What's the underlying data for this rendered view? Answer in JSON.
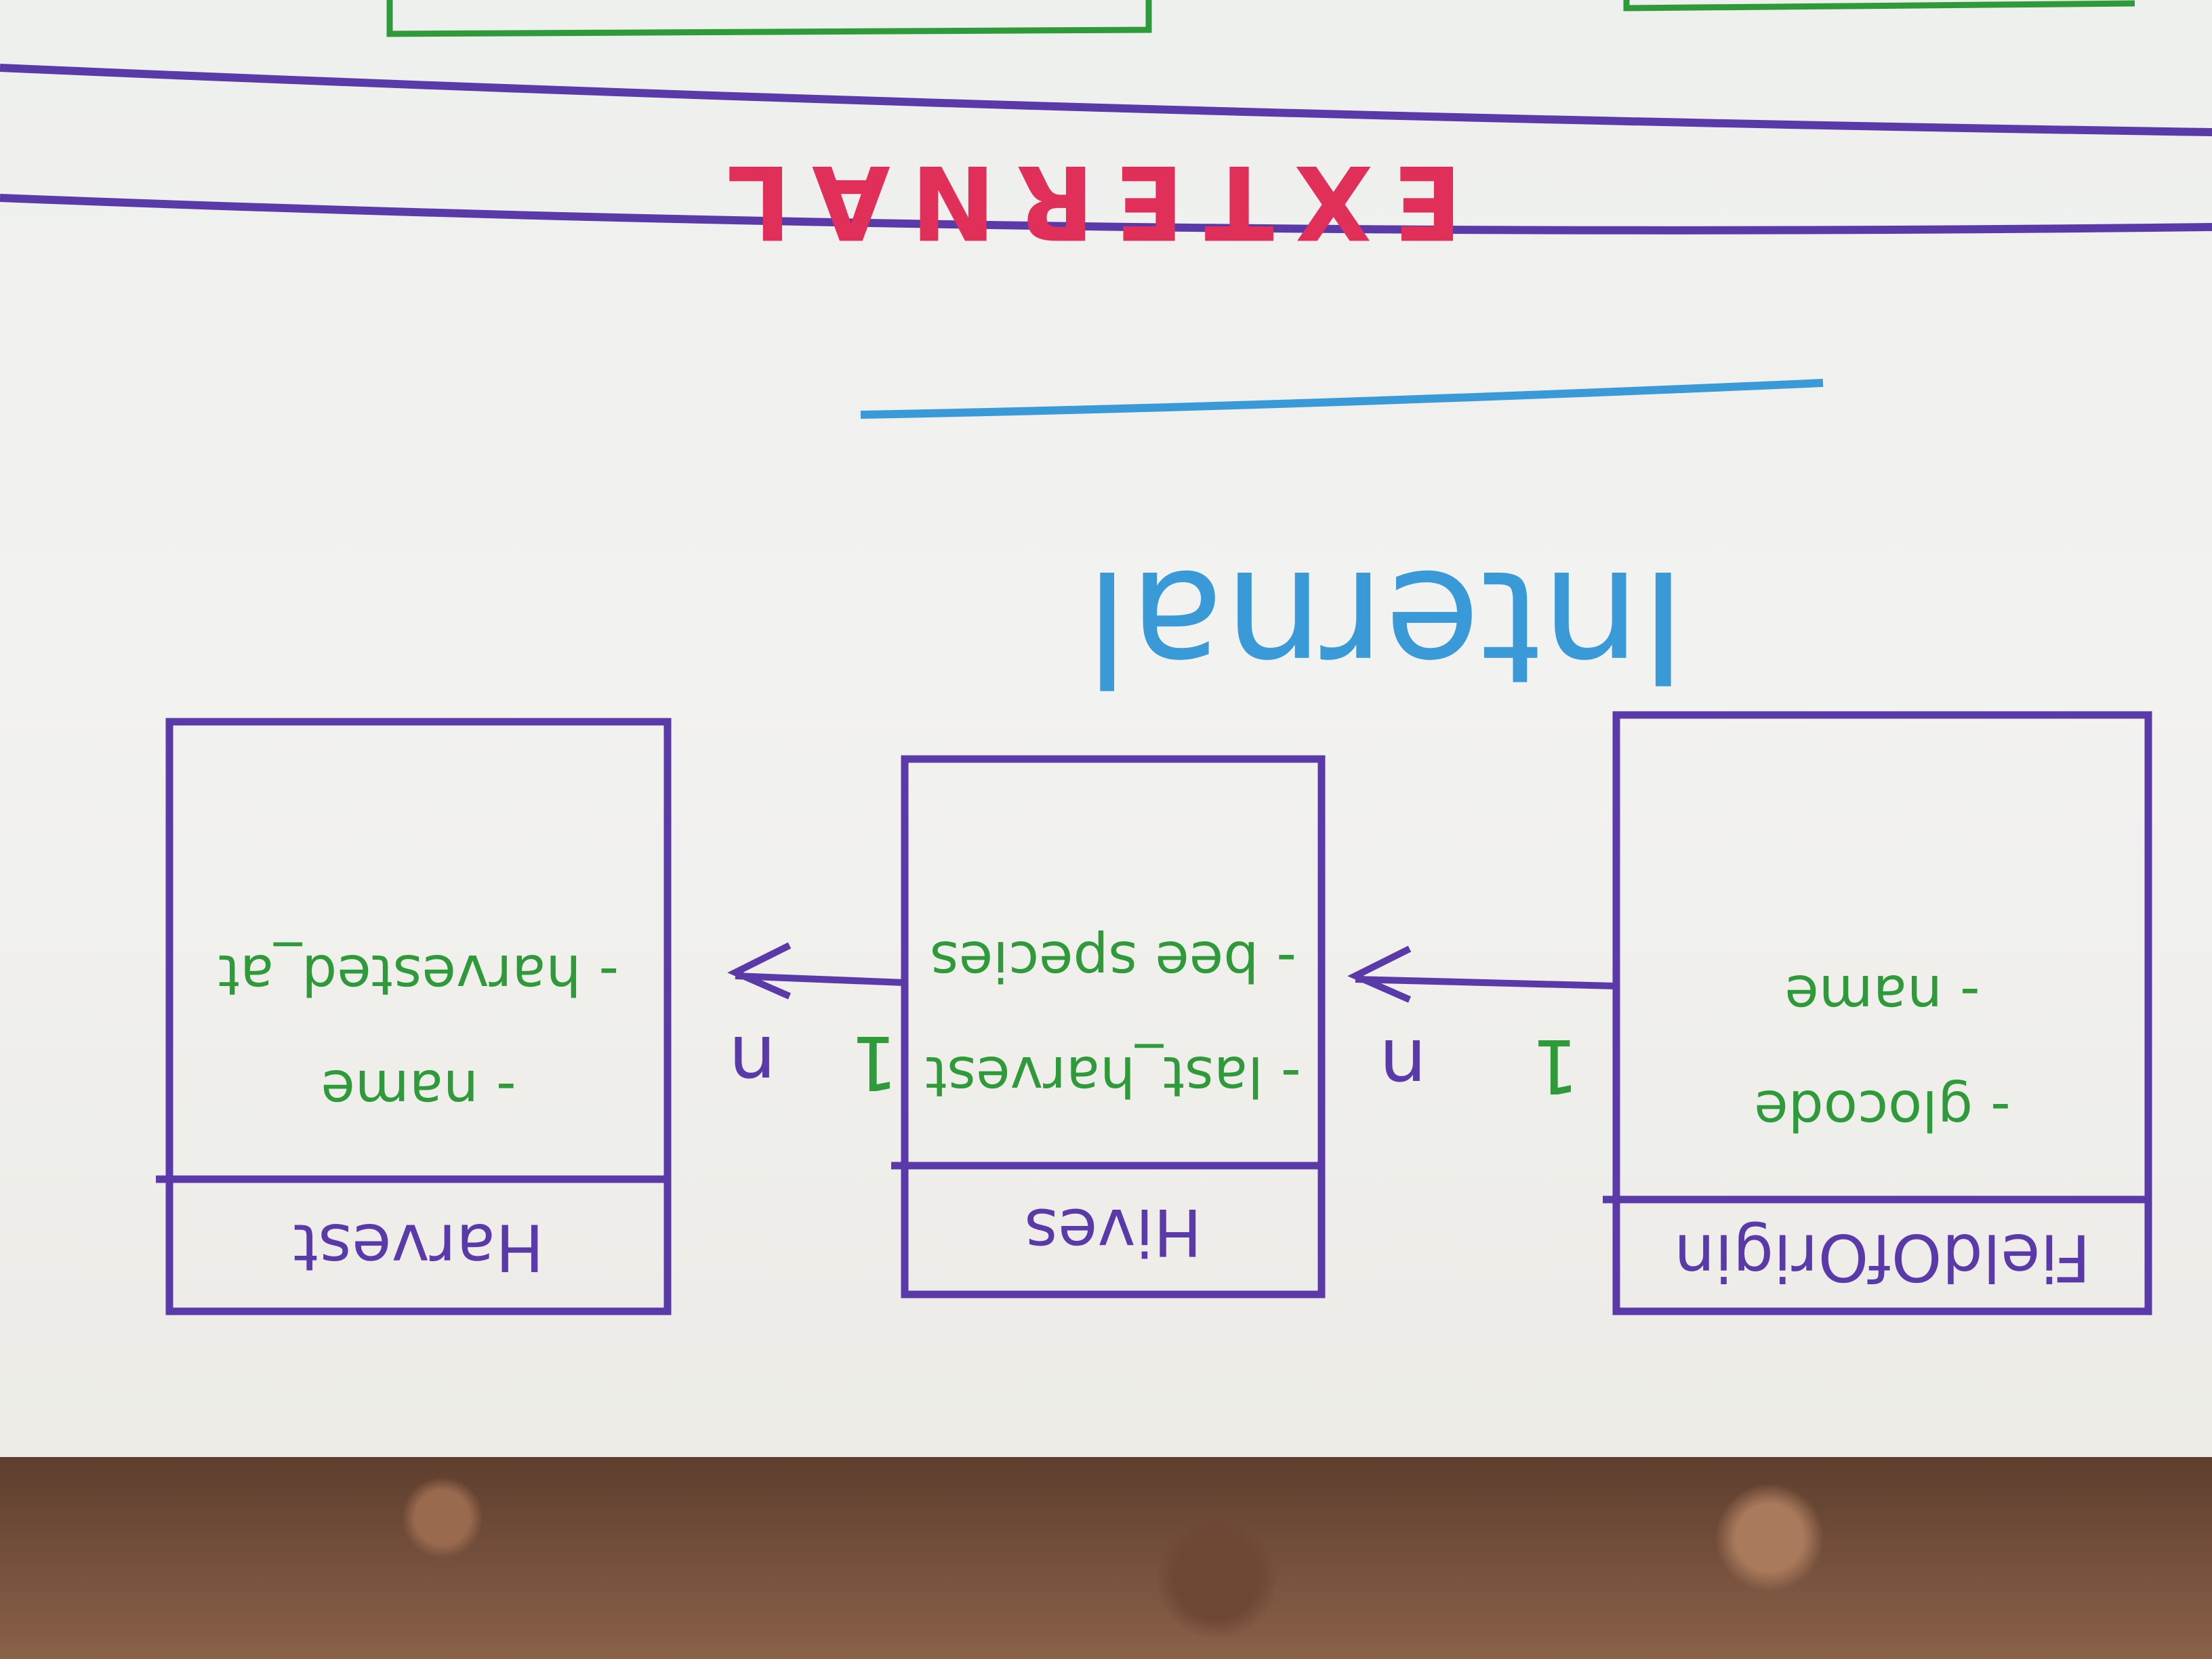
{
  "colors": {
    "purple": "#5a3aa8",
    "green": "#2f9a3a",
    "red": "#e0305a",
    "blue": "#3a9ad8"
  },
  "sections": {
    "external_label": "EXTERNAL",
    "internal_label": "Internal"
  },
  "entities": [
    {
      "title": "Harvest",
      "attributes": [
        "- name",
        "- harvested_at"
      ]
    },
    {
      "title": "Hives",
      "attributes": [
        "- last_harvest",
        "- bee species"
      ]
    },
    {
      "title": "FieldOfOrigin",
      "attributes": [
        "- glocode",
        "- name"
      ]
    }
  ],
  "relationships": [
    {
      "from": "Hives",
      "to": "Harvest",
      "from_card": "1",
      "to_card": "n"
    },
    {
      "from": "FieldOfOrigin",
      "to": "Hives",
      "from_card": "1",
      "to_card": "n"
    }
  ]
}
